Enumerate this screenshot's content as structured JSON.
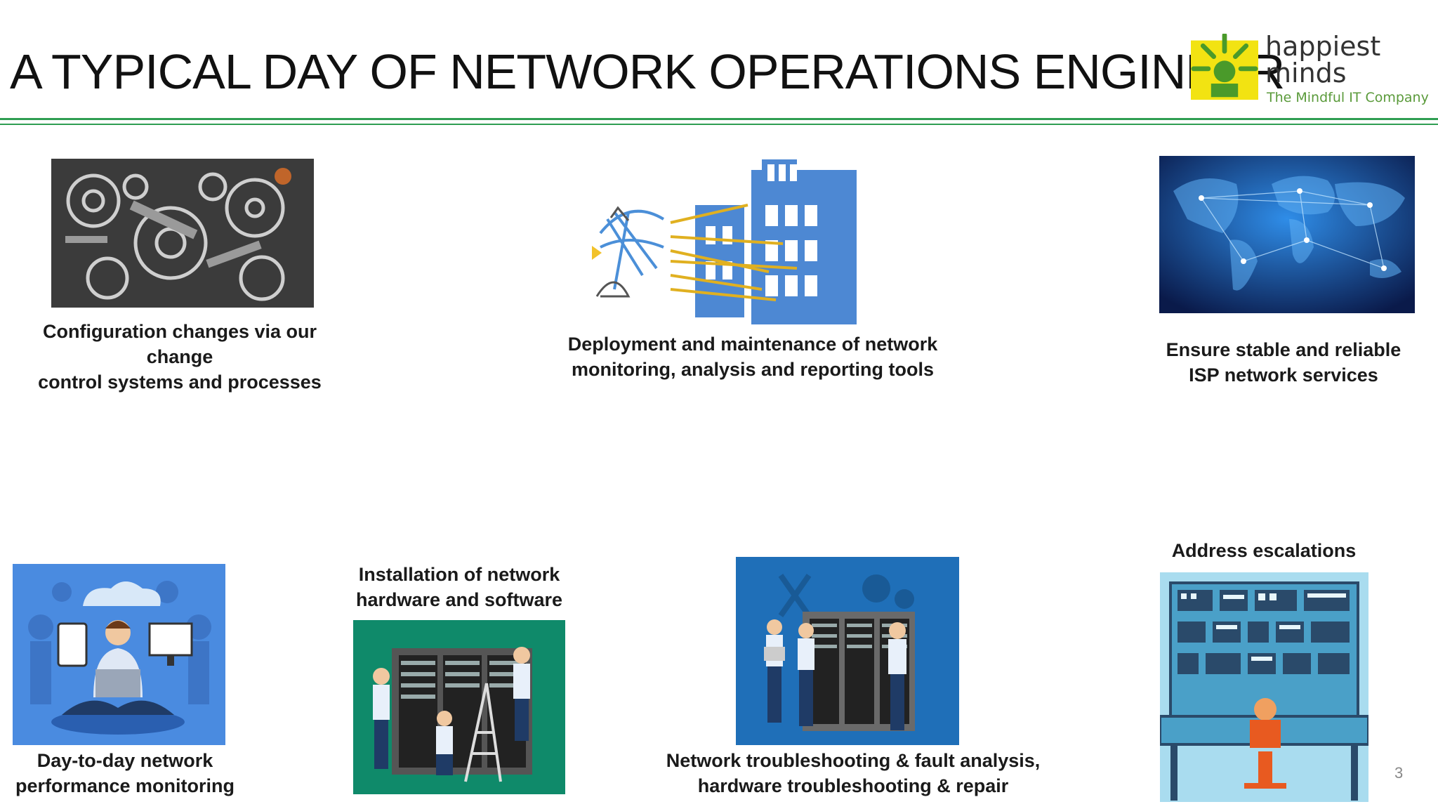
{
  "slide": {
    "title": "A TYPICAL DAY OF NETWORK OPERATIONS ENGINEER",
    "page_number": "3"
  },
  "logo": {
    "line1": "happiest",
    "line2": "minds",
    "tagline": "The Mindful IT Company"
  },
  "items": [
    {
      "caption_line1": "Configuration changes via our change",
      "caption_line2": "control systems and processes",
      "image_icon": "machine-parts-icon"
    },
    {
      "caption_line1": "Deployment and maintenance of network",
      "caption_line2": "monitoring, analysis and reporting tools",
      "image_icon": "data-warehouse-icon"
    },
    {
      "caption_line1": "Ensure stable and reliable",
      "caption_line2": "ISP network services",
      "image_icon": "world-network-icon"
    },
    {
      "caption_line1": "Day-to-day network",
      "caption_line2": "performance monitoring",
      "image_icon": "cloud-laptop-user-icon"
    },
    {
      "caption_line1": "Installation of network",
      "caption_line2": "hardware and software",
      "image_icon": "server-rack-technicians-icon"
    },
    {
      "caption_line1": "Network troubleshooting & fault analysis,",
      "caption_line2": "hardware troubleshooting & repair",
      "image_icon": "server-room-engineers-icon"
    },
    {
      "caption_line1": "Address escalations",
      "caption_line2": "",
      "image_icon": "control-panel-operator-icon"
    }
  ],
  "colors": {
    "rule_green": "#2f9e52",
    "logo_yellow": "#f2e312",
    "logo_green": "#4a9a2a"
  }
}
